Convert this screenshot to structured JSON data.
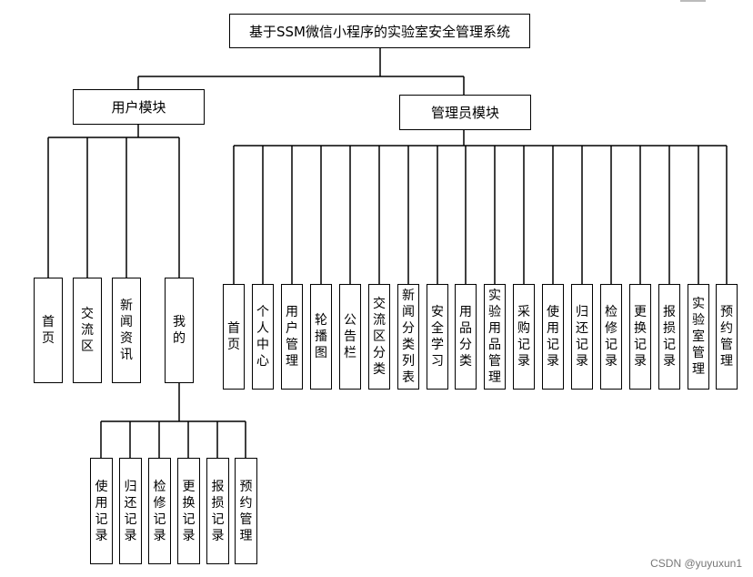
{
  "title": "基于SSM微信小程序的实验室安全管理系统",
  "user_module": {
    "label": "用户模块",
    "children": [
      "首页",
      "交流区",
      "新闻资讯",
      "我的"
    ],
    "my_children": [
      "使用记录",
      "归还记录",
      "检修记录",
      "更换记录",
      "报损记录",
      "预约管理"
    ]
  },
  "admin_module": {
    "label": "管理员模块",
    "children": [
      "首页",
      "个人中心",
      "用户管理",
      "轮播图",
      "公告栏",
      "交流区分类",
      "新闻分类列表",
      "安全学习",
      "用品分类",
      "实验用品管理",
      "采购记录",
      "使用记录",
      "归还记录",
      "检修记录",
      "更换记录",
      "报损记录",
      "实验室管理",
      "预约管理"
    ]
  },
  "watermark": "CSDN @yuyuxun1"
}
